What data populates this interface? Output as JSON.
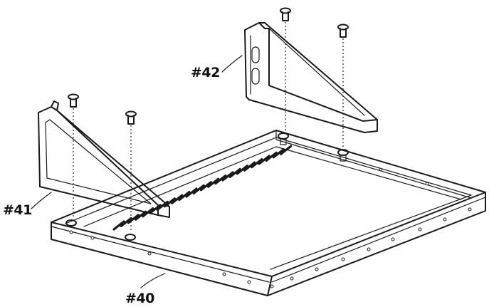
{
  "parts": [
    {
      "id": "tray",
      "label": "#40"
    },
    {
      "id": "left-bracket",
      "label": "#41"
    },
    {
      "id": "right-bracket",
      "label": "#42"
    }
  ],
  "screw_count": 4,
  "colors": {
    "ink": "#1a1a1a",
    "background": "#ffffff"
  }
}
